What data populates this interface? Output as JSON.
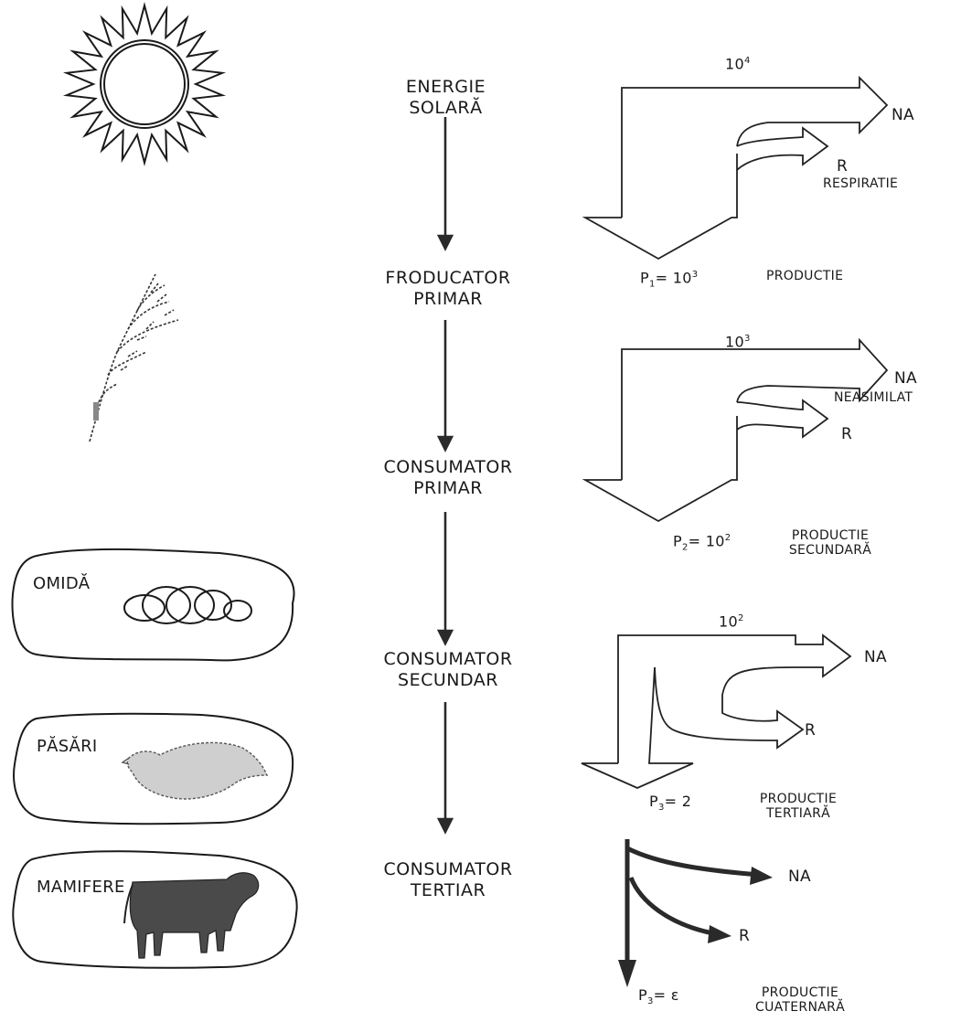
{
  "chain": {
    "energy": [
      "ENERGIE",
      "SOLARĂ"
    ],
    "producer": [
      "FRODUCATOR",
      "PRIMAR"
    ],
    "consumer1": [
      "CONSUMATOR",
      "PRIMAR"
    ],
    "consumer2": [
      "CONSUMATOR",
      "SECUNDAR"
    ],
    "consumer3": [
      "CONSUMATOR",
      "TERTIAR"
    ]
  },
  "organisms": {
    "caterpillar": "OMIDĂ",
    "birds": "PĂSĂRI",
    "mammals": "MAMIFERE"
  },
  "flows": {
    "level1": {
      "input_base": "10",
      "input_exp": "4",
      "na": "NA",
      "r": "R",
      "r_desc": "RESPIRATIE",
      "p_sym": "P",
      "p_sub": "1",
      "p_val_base": "= 10",
      "p_val_exp": "3",
      "p_desc": "PRODUCTIE"
    },
    "level2": {
      "input_base": "10",
      "input_exp": "3",
      "na": "NA",
      "na_desc": "NEASIMILAT",
      "r": "R",
      "p_sym": "P",
      "p_sub": "2",
      "p_val_base": "= 10",
      "p_val_exp": "2",
      "p_desc": [
        "PRODUCTIE",
        "SECUNDARĂ"
      ]
    },
    "level3": {
      "input_base": "10",
      "input_exp": "2",
      "na": "NA",
      "r": "R",
      "p_sym": "P",
      "p_sub": "3",
      "p_val_base": "= 2",
      "p_desc": [
        "PRODUCTIE",
        "TERTIARĂ"
      ]
    },
    "level4": {
      "na": "NA",
      "r": "R",
      "p_sym": "P",
      "p_sub": "3",
      "p_val_base": "= ε",
      "p_desc": [
        "PRODUCTIE",
        "CUATERNARĂ"
      ]
    }
  }
}
